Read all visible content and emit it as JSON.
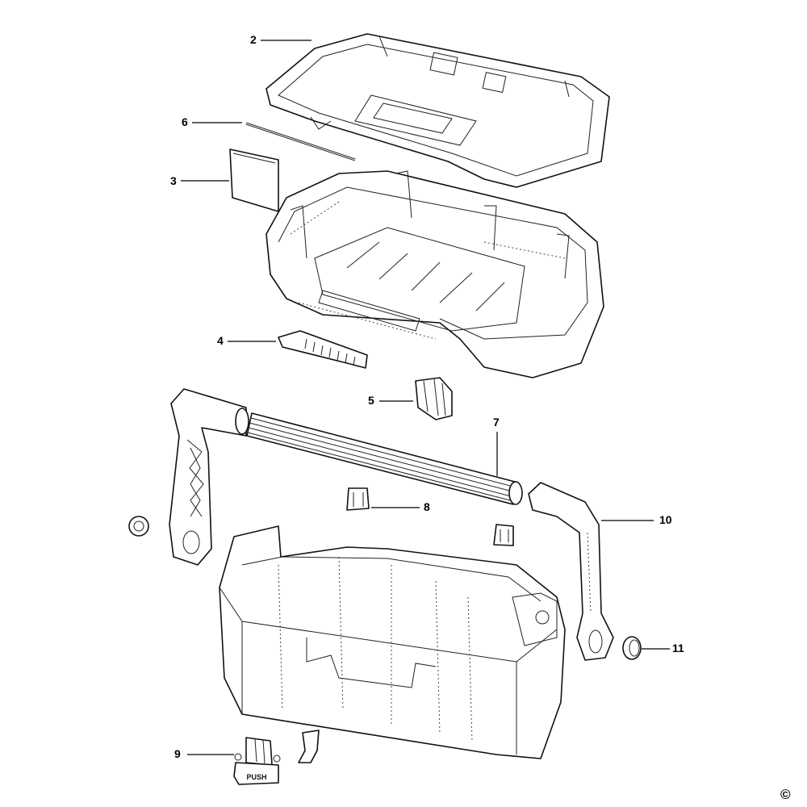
{
  "callouts": [
    {
      "id": "2",
      "label": "2"
    },
    {
      "id": "6",
      "label": "6"
    },
    {
      "id": "3",
      "label": "3"
    },
    {
      "id": "4",
      "label": "4"
    },
    {
      "id": "5",
      "label": "5"
    },
    {
      "id": "7",
      "label": "7"
    },
    {
      "id": "8",
      "label": "8"
    },
    {
      "id": "10",
      "label": "10"
    },
    {
      "id": "11",
      "label": "11"
    },
    {
      "id": "9",
      "label": "9"
    }
  ],
  "part9_text": "PUSH",
  "copyright": "©"
}
